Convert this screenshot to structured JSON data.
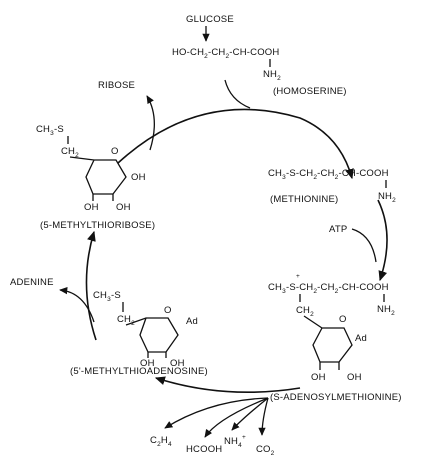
{
  "compounds": {
    "glucose": "GLUCOSE",
    "homoserine_formula": {
      "a": "HO-CH",
      "b": "-CH",
      "c": "-CH-COOH",
      "nh2": "NH",
      "name": "(HOMOSERINE)"
    },
    "methionine_formula": {
      "a": "CH",
      "b": "-S-CH",
      "c": "-CH",
      "d": "-CH-COOH",
      "nh2": "NH",
      "name": "(METHIONINE)"
    },
    "sam_formula": {
      "plus": "+",
      "a": "CH",
      "b": "-S-CH",
      "c": "-CH",
      "d": "-CH-COOH",
      "ch2": "CH",
      "nh2": "NH",
      "name": "(S-ADENOSYLMETHIONINE)"
    },
    "mta_formula": {
      "ch3s": "CH",
      "s": "-S",
      "ch2": "CH",
      "name": "(5'-METHYLTHIOADENOSINE)"
    },
    "mtr_formula": {
      "ch3s": "CH",
      "s": "-S",
      "ch2": "CH",
      "name": "(5-METHYLTHIORIBOSE)"
    },
    "ribose": "RIBOSE",
    "adenine": "ADENINE",
    "atp": "ATP"
  },
  "ring_labels": {
    "o": "O",
    "oh": "OH",
    "ad": "Ad"
  },
  "sub_labels": {
    "two": "2",
    "three": "3"
  },
  "products": {
    "c2h4_a": "C",
    "c2h4_b": "H",
    "c2h4_sub1": "2",
    "c2h4_sub2": "4",
    "hcooh": "HCOOH",
    "nh4": "NH",
    "nh4_sub": "4",
    "nh4_sup": "+",
    "co2": "CO",
    "co2_sub": "2"
  }
}
